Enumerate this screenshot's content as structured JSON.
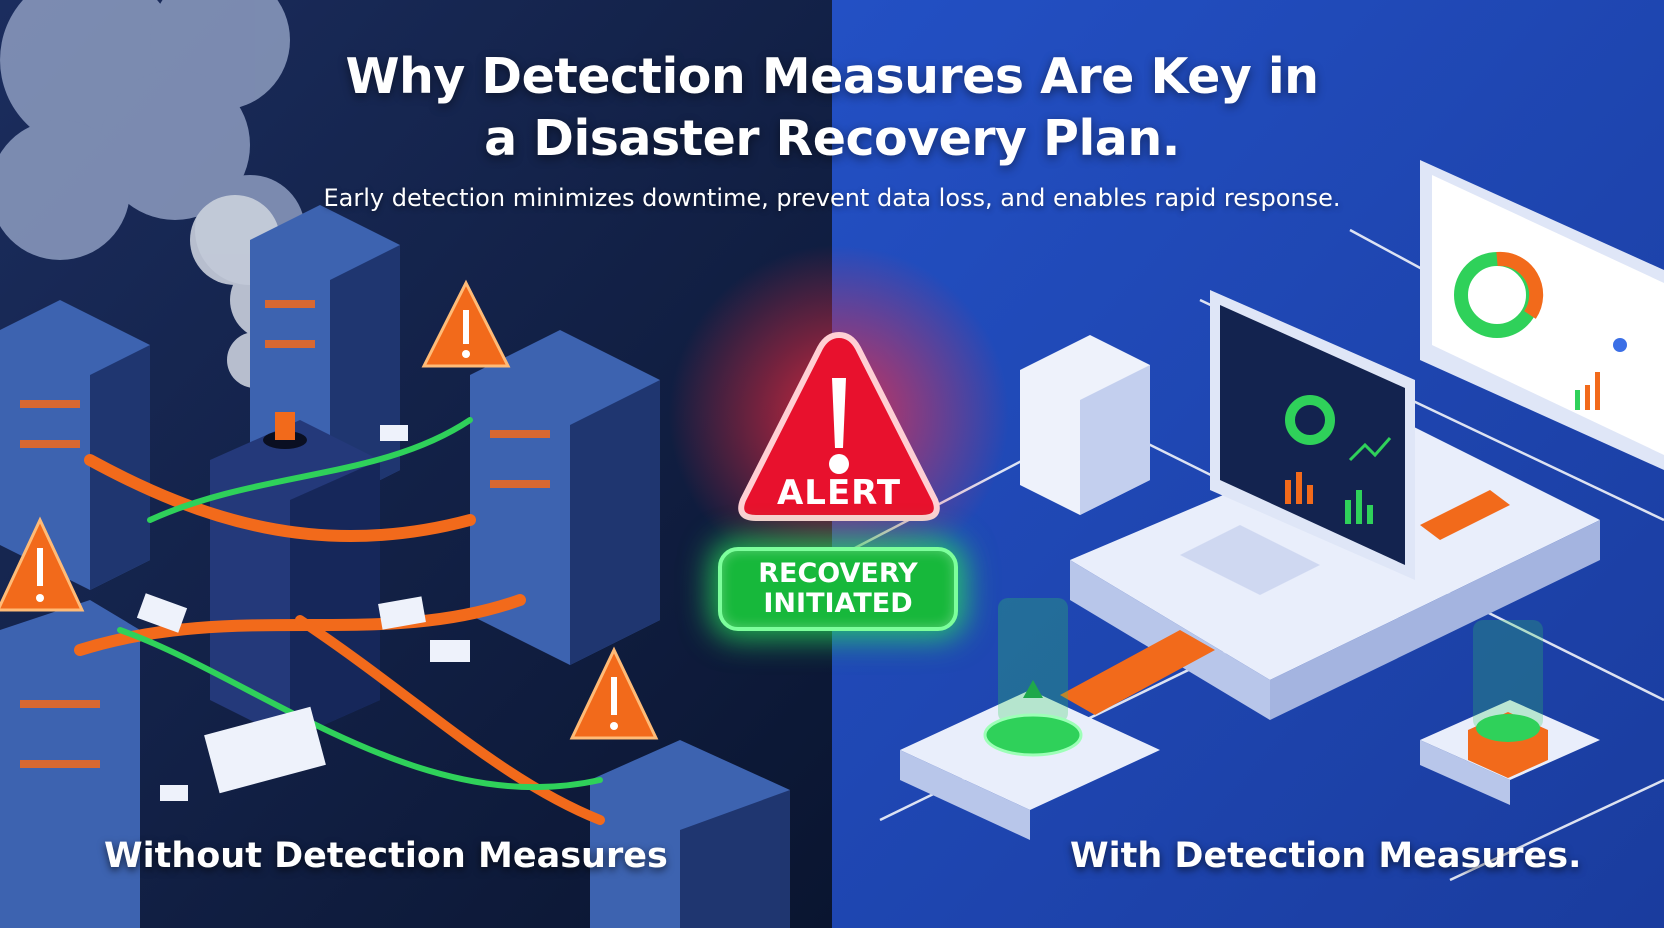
{
  "title": "Why Detection Measures Are Key in a Disaster Recovery Plan.",
  "subtitle": "Early detection minimizes downtime, prevent data loss, and enables rapid response.",
  "center": {
    "alert_label": "ALERT",
    "recovery_label": "RECOVERY INITIATED"
  },
  "panels": {
    "left_caption": "Without Detection Measures",
    "right_caption": "With Detection Measures."
  },
  "colors": {
    "left_bg": "#0d1a3a",
    "right_bg": "#1d45b4",
    "server_blue": "#3d63b0",
    "orange": "#f26a1b",
    "green": "#2fd15a",
    "alert_red": "#e8112d"
  },
  "icons": [
    "warning-icon",
    "alert-icon",
    "server-icon",
    "monitor-icon",
    "keyboard-icon",
    "smoke-icon"
  ]
}
